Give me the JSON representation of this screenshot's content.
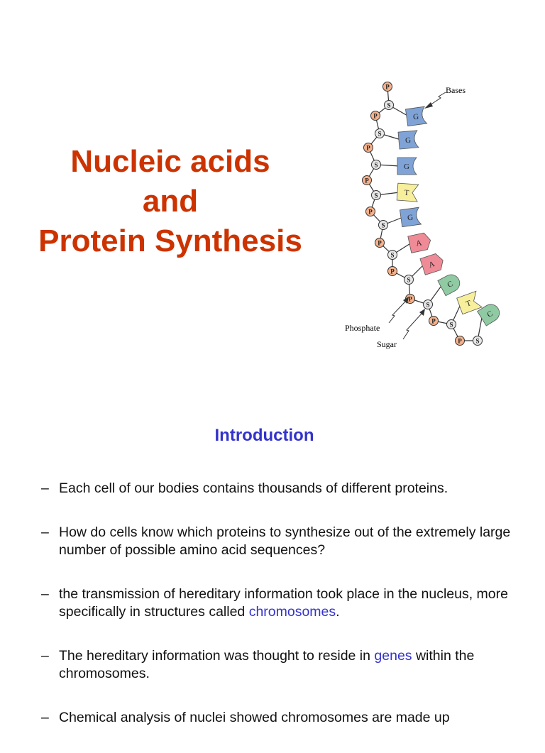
{
  "title": {
    "line1": "Nucleic acids",
    "line2": "and",
    "line3": "Protein Synthesis"
  },
  "diagram": {
    "labels": {
      "bases": "Bases",
      "phosphate": "Phosphate",
      "sugar": "Sugar"
    },
    "phosphate_letter": "P",
    "sugar_letter": "S",
    "bases": [
      {
        "letter": "G",
        "color": "#7fa3d6"
      },
      {
        "letter": "G",
        "color": "#7fa3d6"
      },
      {
        "letter": "G",
        "color": "#7fa3d6"
      },
      {
        "letter": "T",
        "color": "#f7ef9c"
      },
      {
        "letter": "G",
        "color": "#7fa3d6"
      },
      {
        "letter": "A",
        "color": "#ef8b96"
      },
      {
        "letter": "A",
        "color": "#ef8b96"
      },
      {
        "letter": "C",
        "color": "#8fcaa3"
      },
      {
        "letter": "T",
        "color": "#f7ef9c"
      },
      {
        "letter": "C",
        "color": "#8fcaa3"
      }
    ],
    "colors": {
      "phosphate": "#f4b28c",
      "sugar": "#e6e6e6"
    }
  },
  "introduction": {
    "heading": "Introduction"
  },
  "bullets": [
    {
      "dash": "–",
      "text": "Each cell of our bodies contains thousands of different proteins."
    },
    {
      "dash": "–",
      "text": "How do cells know which proteins to synthesize out of the extremely large number of possible amino acid sequences?"
    },
    {
      "dash": "–",
      "before": "the transmission of hereditary information took place in the nucleus, more specifically in structures called ",
      "link": "chromosomes",
      "after": "."
    },
    {
      "dash": "–",
      "before": "The hereditary information was thought to reside in ",
      "link": "genes",
      "after": " within the chromosomes."
    },
    {
      "dash": "–",
      "text": "Chemical analysis of nuclei showed chromosomes are made up"
    }
  ],
  "colors": {
    "title": "#cc3300",
    "heading": "#3333cc",
    "link": "#3333cc"
  }
}
